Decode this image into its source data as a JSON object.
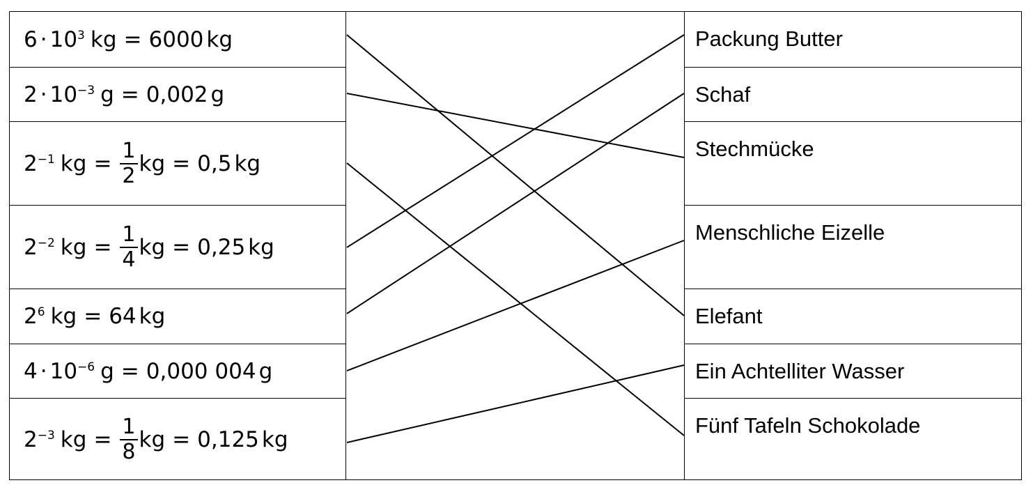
{
  "left_items": [
    {
      "coef": "6",
      "op": "·",
      "base": "10",
      "exp": "3",
      "unit": "kg",
      "result_value": "6000",
      "result_unit": "kg"
    },
    {
      "coef": "2",
      "op": "·",
      "base": "10",
      "exp": "−3",
      "unit": "g",
      "result_value": "0,002",
      "result_unit": "g"
    },
    {
      "base": "2",
      "exp": "−1",
      "unit": "kg",
      "frac_num": "1",
      "frac_den": "2",
      "frac_unit": "kg",
      "result_value": "0,5",
      "result_unit": "kg"
    },
    {
      "base": "2",
      "exp": "−2",
      "unit": "kg",
      "frac_num": "1",
      "frac_den": "4",
      "frac_unit": "kg",
      "result_value": "0,25",
      "result_unit": "kg"
    },
    {
      "base": "2",
      "exp": "6",
      "unit": "kg",
      "result_value": "64",
      "result_unit": "kg"
    },
    {
      "coef": "4",
      "op": "·",
      "base": "10",
      "exp": "−6",
      "unit": "g",
      "result_value": "0,000 004",
      "result_unit": "g"
    },
    {
      "base": "2",
      "exp": "−3",
      "unit": "kg",
      "frac_num": "1",
      "frac_den": "8",
      "frac_unit": "kg",
      "result_value": "0,125",
      "result_unit": "kg"
    }
  ],
  "right_items": [
    "Packung Butter",
    "Schaf",
    "Stechmücke",
    "Menschliche Eizelle",
    "Elefant",
    "Ein Achtelliter Wasser",
    "Fünf Tafeln Schokolade"
  ],
  "connections": [
    {
      "from": 0,
      "to": 4
    },
    {
      "from": 1,
      "to": 2
    },
    {
      "from": 2,
      "to": 6
    },
    {
      "from": 3,
      "to": 0
    },
    {
      "from": 4,
      "to": 1
    },
    {
      "from": 5,
      "to": 3
    },
    {
      "from": 6,
      "to": 5
    }
  ],
  "equals_sign": "="
}
